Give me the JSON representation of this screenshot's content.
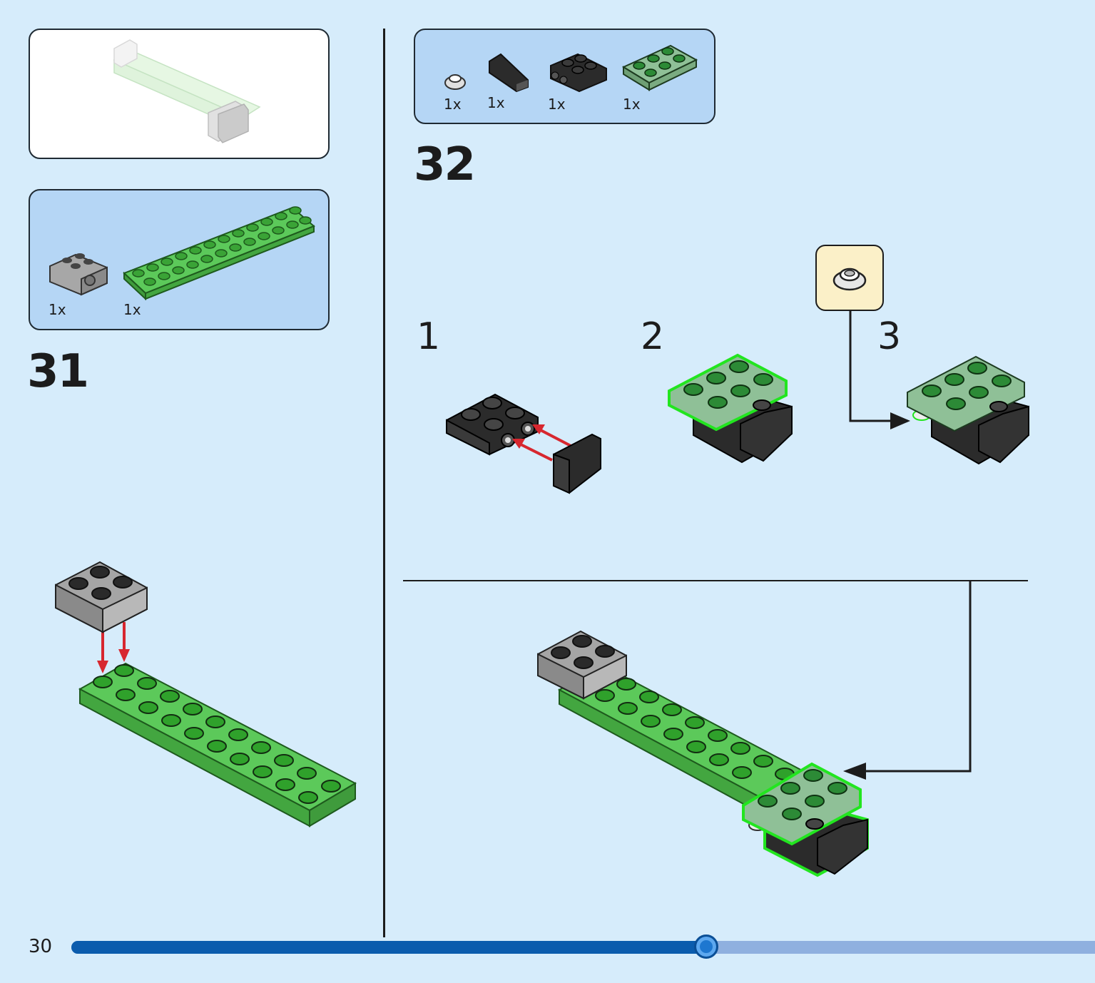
{
  "page": {
    "number": "30",
    "progress": 0.62
  },
  "step31": {
    "number": "31",
    "parts": [
      {
        "qty": "1x",
        "part": "light-gray-brick-with-pin-hole"
      },
      {
        "qty": "1x",
        "part": "bright-green-plate-2x12"
      }
    ]
  },
  "step32": {
    "number": "32",
    "parts": [
      {
        "qty": "1x",
        "part": "white-round-plate-1x1"
      },
      {
        "qty": "1x",
        "part": "black-slope"
      },
      {
        "qty": "1x",
        "part": "black-bracket-2x2"
      },
      {
        "qty": "1x",
        "part": "sand-green-plate-2x3"
      }
    ],
    "substeps": [
      {
        "number": "1"
      },
      {
        "number": "2"
      },
      {
        "number": "3"
      }
    ]
  },
  "colors": {
    "background": "#d6ecfb",
    "parts_panel": "#b5d6f5",
    "bright_green": "#4cbb47",
    "sand_green": "#8fbf95",
    "black": "#2b2b2b",
    "light_gray": "#9e9e9e",
    "arrow_red": "#d7272f",
    "callout": "#fbf0c8",
    "progress_fill": "#0b5cad",
    "progress_track": "#8fb0df"
  }
}
